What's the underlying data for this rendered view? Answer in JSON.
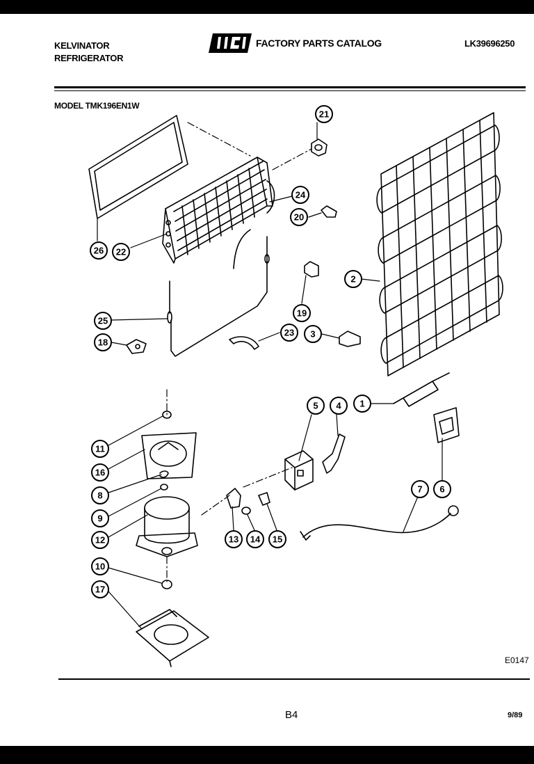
{
  "header": {
    "brand": "KELVINATOR",
    "product": "REFRIGERATOR",
    "catalog_title": "FACTORY PARTS CATALOG",
    "doc_code": "LK39696250",
    "model_line": "MODEL TMK196EN1W"
  },
  "callouts": [
    "1",
    "2",
    "3",
    "4",
    "5",
    "6",
    "7",
    "8",
    "9",
    "10",
    "11",
    "12",
    "13",
    "14",
    "15",
    "16",
    "17",
    "18",
    "19",
    "20",
    "21",
    "22",
    "23",
    "24",
    "25",
    "26"
  ],
  "footer": {
    "diagram_code": "E0147",
    "page": "B4",
    "date": "9/89"
  }
}
